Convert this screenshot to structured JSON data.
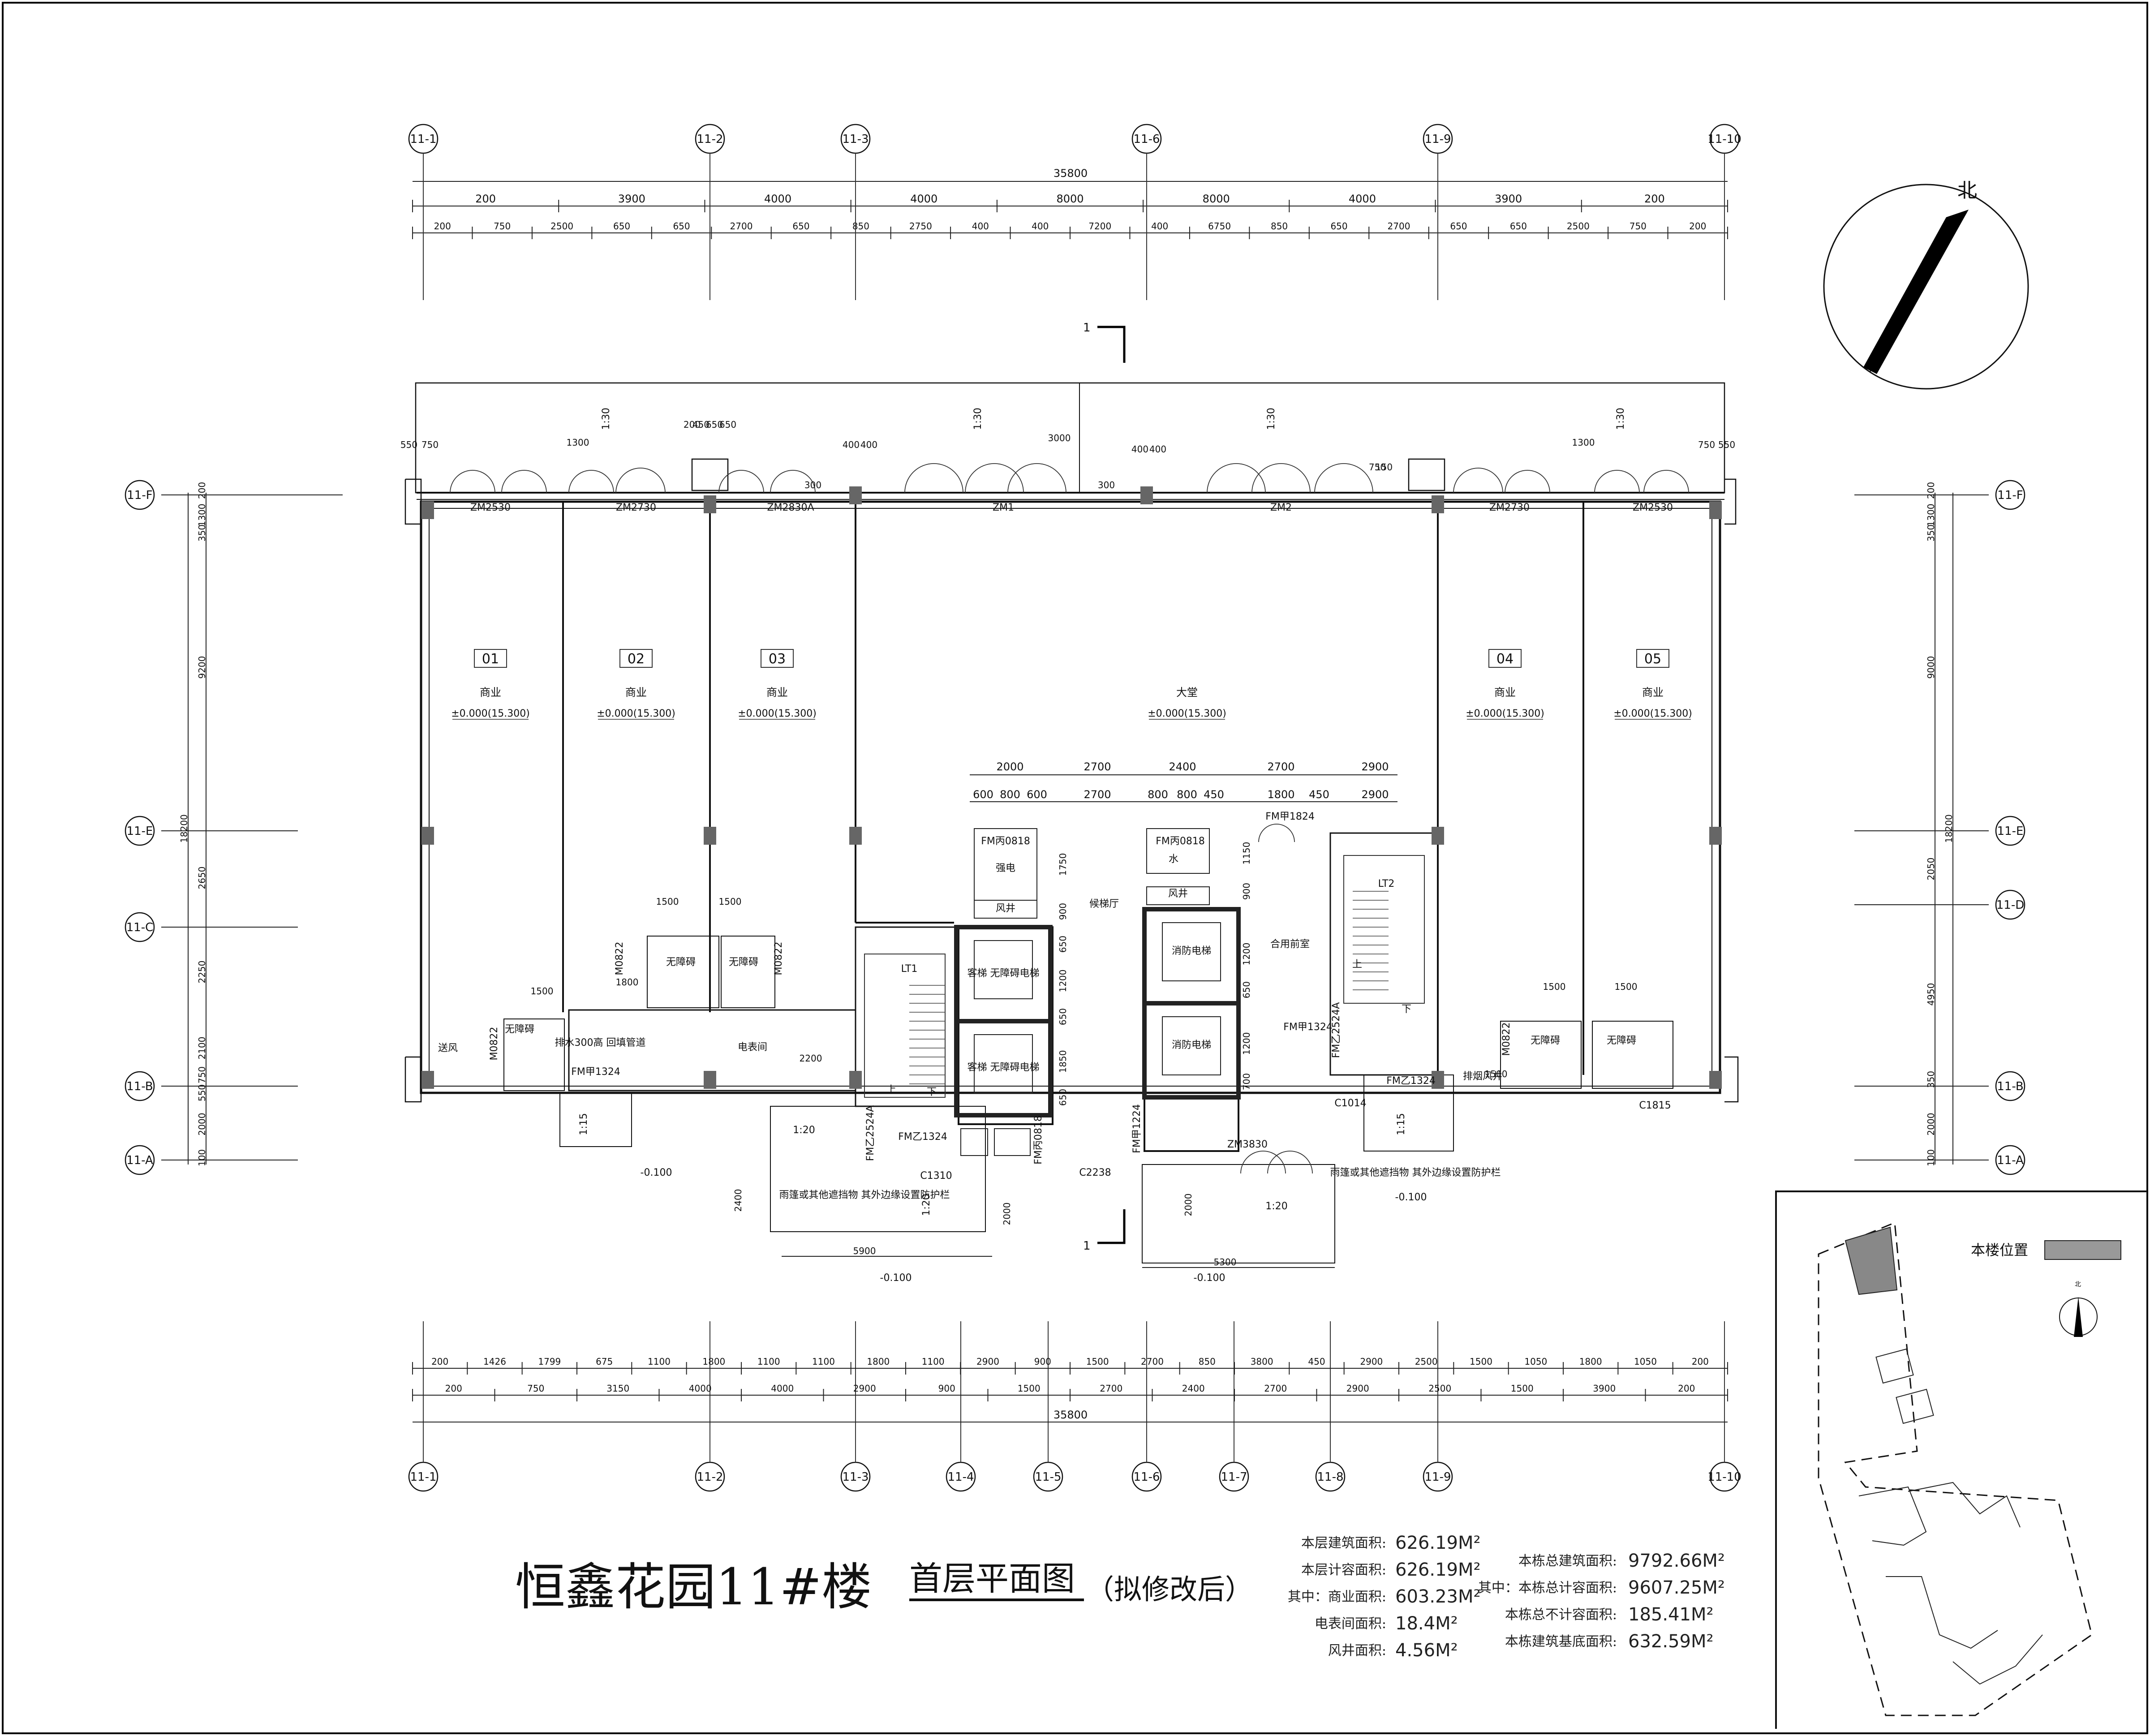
{
  "title": {
    "project": "恒鑫花园11#楼",
    "drawing": "首层平面图",
    "note": "（拟修改后）",
    "project_color": "#22dd22",
    "note_color": "#cc0000"
  },
  "stats_left": [
    {
      "label": "本层建筑面积:",
      "value": "626.19M²"
    },
    {
      "label": "本层计容面积:",
      "value": "626.19M²"
    },
    {
      "label": "其中：商业面积:",
      "value": "603.23M²"
    },
    {
      "label": "电表间面积:",
      "value": "18.4M²"
    },
    {
      "label": "风井面积:",
      "value": "4.56M²"
    }
  ],
  "stats_right": [
    {
      "label": "本栋总建筑面积:",
      "value": "9792.66M²"
    },
    {
      "label": "其中：本栋总计容面积:",
      "value": "9607.25M²"
    },
    {
      "label": "本栋总不计容面积:",
      "value": "185.41M²"
    },
    {
      "label": "本栋建筑基底面积:",
      "value": "632.59M²"
    }
  ],
  "north": "北",
  "keyplan": {
    "legend": "本楼位置",
    "north": "北"
  },
  "axes_top": [
    "11-1",
    "11-2",
    "11-3",
    "11-6",
    "11-9",
    "11-10"
  ],
  "axes_bottom": [
    "11-1",
    "11-2",
    "11-3",
    "11-4",
    "11-5",
    "11-6",
    "11-7",
    "11-8",
    "11-9",
    "11-10"
  ],
  "axes_left": [
    "11-F",
    "11-E",
    "11-C",
    "11-B",
    "11-A"
  ],
  "axes_right": [
    "11-F",
    "11-E",
    "11-D",
    "11-B",
    "11-A"
  ],
  "dims": {
    "top_total": "35800",
    "top_row1": [
      "200",
      "3900",
      "4000",
      "4000",
      "8000",
      "8000",
      "4000",
      "3900",
      "200"
    ],
    "top_row2": [
      "200",
      "750",
      "2500",
      "650",
      "650",
      "2700",
      "650",
      "850",
      "2750",
      "400",
      "400",
      "7200",
      "400",
      "6750",
      "850",
      "650",
      "2700",
      "650",
      "650",
      "2500",
      "750",
      "200"
    ],
    "bottom_total": "35800",
    "bottom_row1": [
      "200",
      "1426",
      "1799",
      "675",
      "1100",
      "1800",
      "1100",
      "1100",
      "1800",
      "1100",
      "2900",
      "900",
      "1500",
      "2700",
      "850",
      "3800",
      "450",
      "2900",
      "2500",
      "1500",
      "1050",
      "1800",
      "1050",
      "200"
    ],
    "bottom_row2": [
      "200",
      "750",
      "3150",
      "4000",
      "4000",
      "2900",
      "900",
      "1500",
      "2700",
      "2400",
      "2700",
      "2900",
      "2500",
      "1500",
      "3900",
      "200"
    ],
    "left": [
      "200",
      "1300",
      "350",
      "9200",
      "18200",
      "2650",
      "2250",
      "2100",
      "550",
      "750",
      "2000",
      "100"
    ],
    "right": [
      "200",
      "1300",
      "350",
      "9000",
      "18200",
      "2050",
      "4950",
      "350",
      "2000",
      "100"
    ],
    "core": [
      "2000",
      "2700",
      "2400",
      "2700",
      "2900",
      "600",
      "800",
      "600",
      "2700",
      "800",
      "800",
      "450",
      "1800",
      "450",
      "2900"
    ],
    "misc": [
      "3000",
      "5900",
      "5300",
      "1500",
      "1500",
      "1500",
      "1500",
      "1500",
      "1500",
      "1800",
      "2200",
      "1750",
      "900",
      "650",
      "1200",
      "650",
      "1850",
      "650",
      "1150",
      "900",
      "1200",
      "650",
      "1200",
      "700",
      "2400",
      "2000",
      "2000",
      "1300",
      "1300",
      "450",
      "650",
      "650",
      "200",
      "400",
      "400",
      "400",
      "400",
      "550",
      "750",
      "750",
      "550",
      "300",
      "300",
      "750",
      "150"
    ]
  },
  "rooms": [
    {
      "no": "01",
      "name": "商业",
      "elev": "±0.000(15.300)"
    },
    {
      "no": "02",
      "name": "商业",
      "elev": "±0.000(15.300)"
    },
    {
      "no": "03",
      "name": "商业",
      "elev": "±0.000(15.300)"
    },
    {
      "no": "",
      "name": "大堂",
      "elev": "±0.000(15.300)"
    },
    {
      "no": "04",
      "name": "商业",
      "elev": "±0.000(15.300)"
    },
    {
      "no": "05",
      "name": "商业",
      "elev": "±0.000(15.300)"
    }
  ],
  "labels": {
    "zm2530a": "ZM2530",
    "zm2730a": "ZM2730",
    "zm2830a": "ZM2830A",
    "zm1": "ZM1",
    "zm2": "ZM2",
    "zm2730b": "ZM2730",
    "zm2530b": "ZM2530",
    "fmj0818a": "FM丙0818",
    "fmj0818b": "FM丙0818",
    "fmy1824": "FM甲1824",
    "qd": "强电",
    "fj1": "风井",
    "fj2": "风井",
    "fj3": "风井",
    "fj4": "风井",
    "water": "水",
    "hall": "候梯厅",
    "hybath": "合用前室",
    "elev1a": "客梯 无障碍电梯",
    "elev1b": "客梯 无障碍电梯",
    "elev2a": "消防电梯",
    "elev2b": "消防电梯",
    "lt1": "LT1",
    "lt2": "LT2",
    "up1": "上",
    "up2": "上",
    "down1": "下",
    "down2": "下",
    "m0822a": "M0822",
    "m0822b": "M0822",
    "m0822c": "M0822",
    "m0822d": "M0822",
    "wc1": "无障碍",
    "wc2": "无障碍",
    "wc3": "无障碍",
    "wc4": "无障碍",
    "wc5": "无障碍",
    "meter": "电表间",
    "ep": "排水300高 回填管道",
    "fmj1324a": "FM甲1324",
    "fmj1324b": "FM乙1324",
    "fmj1324c": "FM乙1324",
    "fmj1324d": "FM甲1324",
    "fmz2524a": "FM乙2524A",
    "fmz2524b": "FM乙2524A",
    "fmy1224": "FM甲1224",
    "fmj0818c": "FM丙0818",
    "fj5": "送风",
    "fj6": "排烟风井",
    "c1310": "C1310",
    "c2238": "C2238",
    "c1014": "C1014",
    "c1815": "C1815",
    "zm3830": "ZM3830",
    "note1": "雨篷或其他遮挡物 其外边缘设置防护栏",
    "note2": "雨篷或其他遮挡物 其外边缘设置防护栏",
    "ramp1": "1:15",
    "ramp2": "1:20",
    "ramp3": "1:20",
    "ramp4": "1:15",
    "ramp5": "1:20",
    "lv1": "-0.100",
    "lv2": "-0.100",
    "lv3": "-0.100",
    "lv4": "-0.100",
    "sl1": "1:30",
    "sl2": "1:30",
    "sl3": "1:30",
    "sl4": "1:30",
    "sec1": "1",
    "sec2": "1"
  }
}
